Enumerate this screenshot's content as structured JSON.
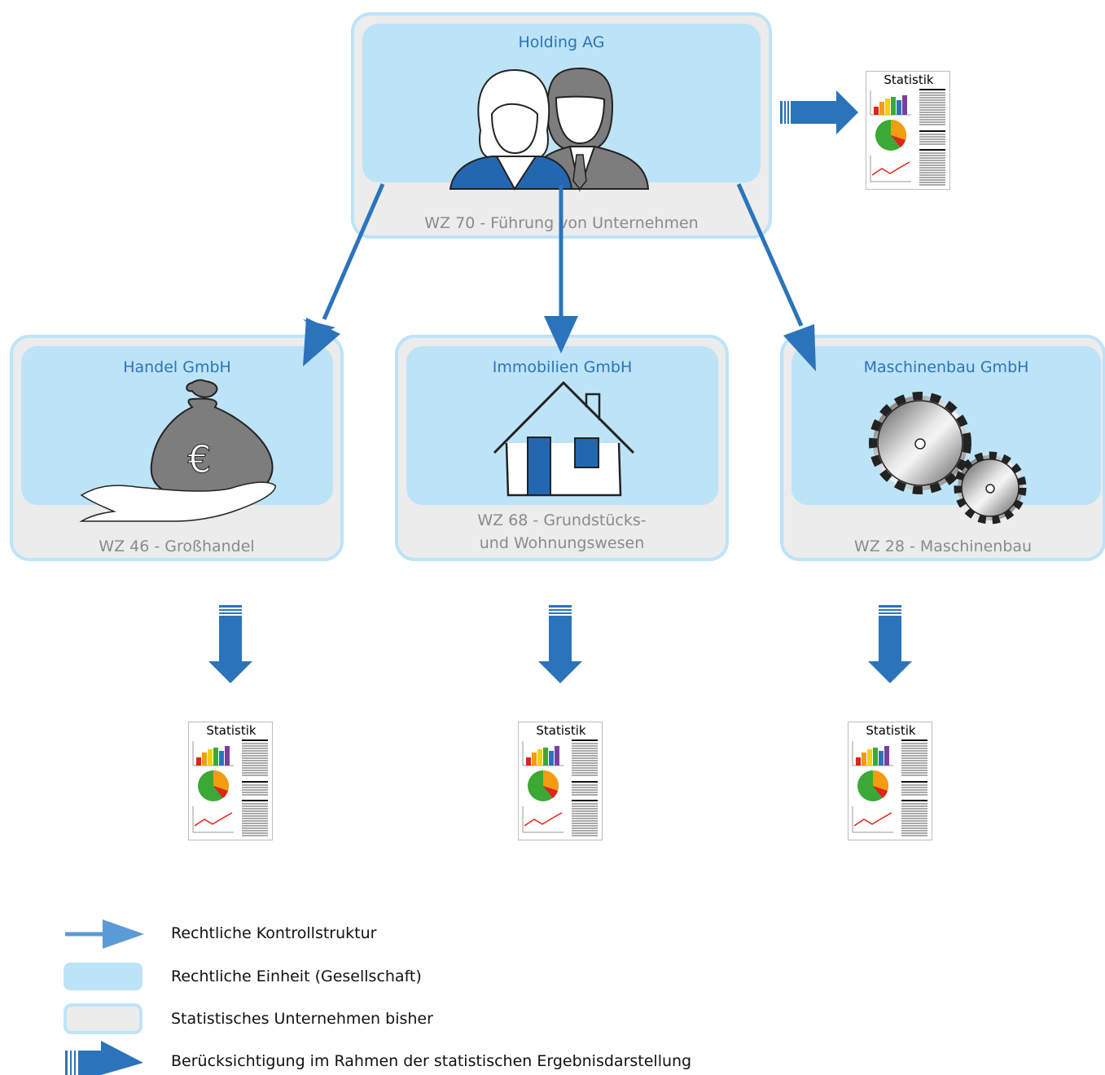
{
  "holding": {
    "name": "Holding AG",
    "wz": "WZ 70 - Führung von Unternehmen",
    "icon": "business-people-icon"
  },
  "subsidiaries": [
    {
      "name": "Handel GmbH",
      "wz_line1": "WZ 46 - Großhandel",
      "wz_line2": "",
      "icon": "money-bag-hand-icon"
    },
    {
      "name": "Immobilien GmbH",
      "wz_line1": "WZ 68 - Grundstücks-",
      "wz_line2": "und Wohnungswesen",
      "icon": "house-icon"
    },
    {
      "name": "Maschinenbau GmbH",
      "wz_line1": "WZ 28 - Maschinenbau",
      "wz_line2": "",
      "icon": "gears-icon"
    }
  ],
  "statistics_label": "Statistik",
  "legend": [
    {
      "icon": "thin-arrow-icon",
      "label": "Rechtliche Kontrollstruktur"
    },
    {
      "icon": "legal-entity-swatch",
      "label": "Rechtliche Einheit (Gesellschaft)"
    },
    {
      "icon": "statistical-enterprise-swatch",
      "label": "Statistisches Unternehmen bisher"
    },
    {
      "icon": "thick-arrow-icon",
      "label": "Berücksichtigung im Rahmen der statistischen Ergebnisdarstellung"
    }
  ],
  "colors": {
    "arrow": "#2b74bb",
    "arrow_legend": "#5b9bd5",
    "legal_entity": "#bde3f7",
    "enterprise": "#ececec",
    "name_text": "#2b74bb",
    "wz_text": "#8a8a8a"
  }
}
